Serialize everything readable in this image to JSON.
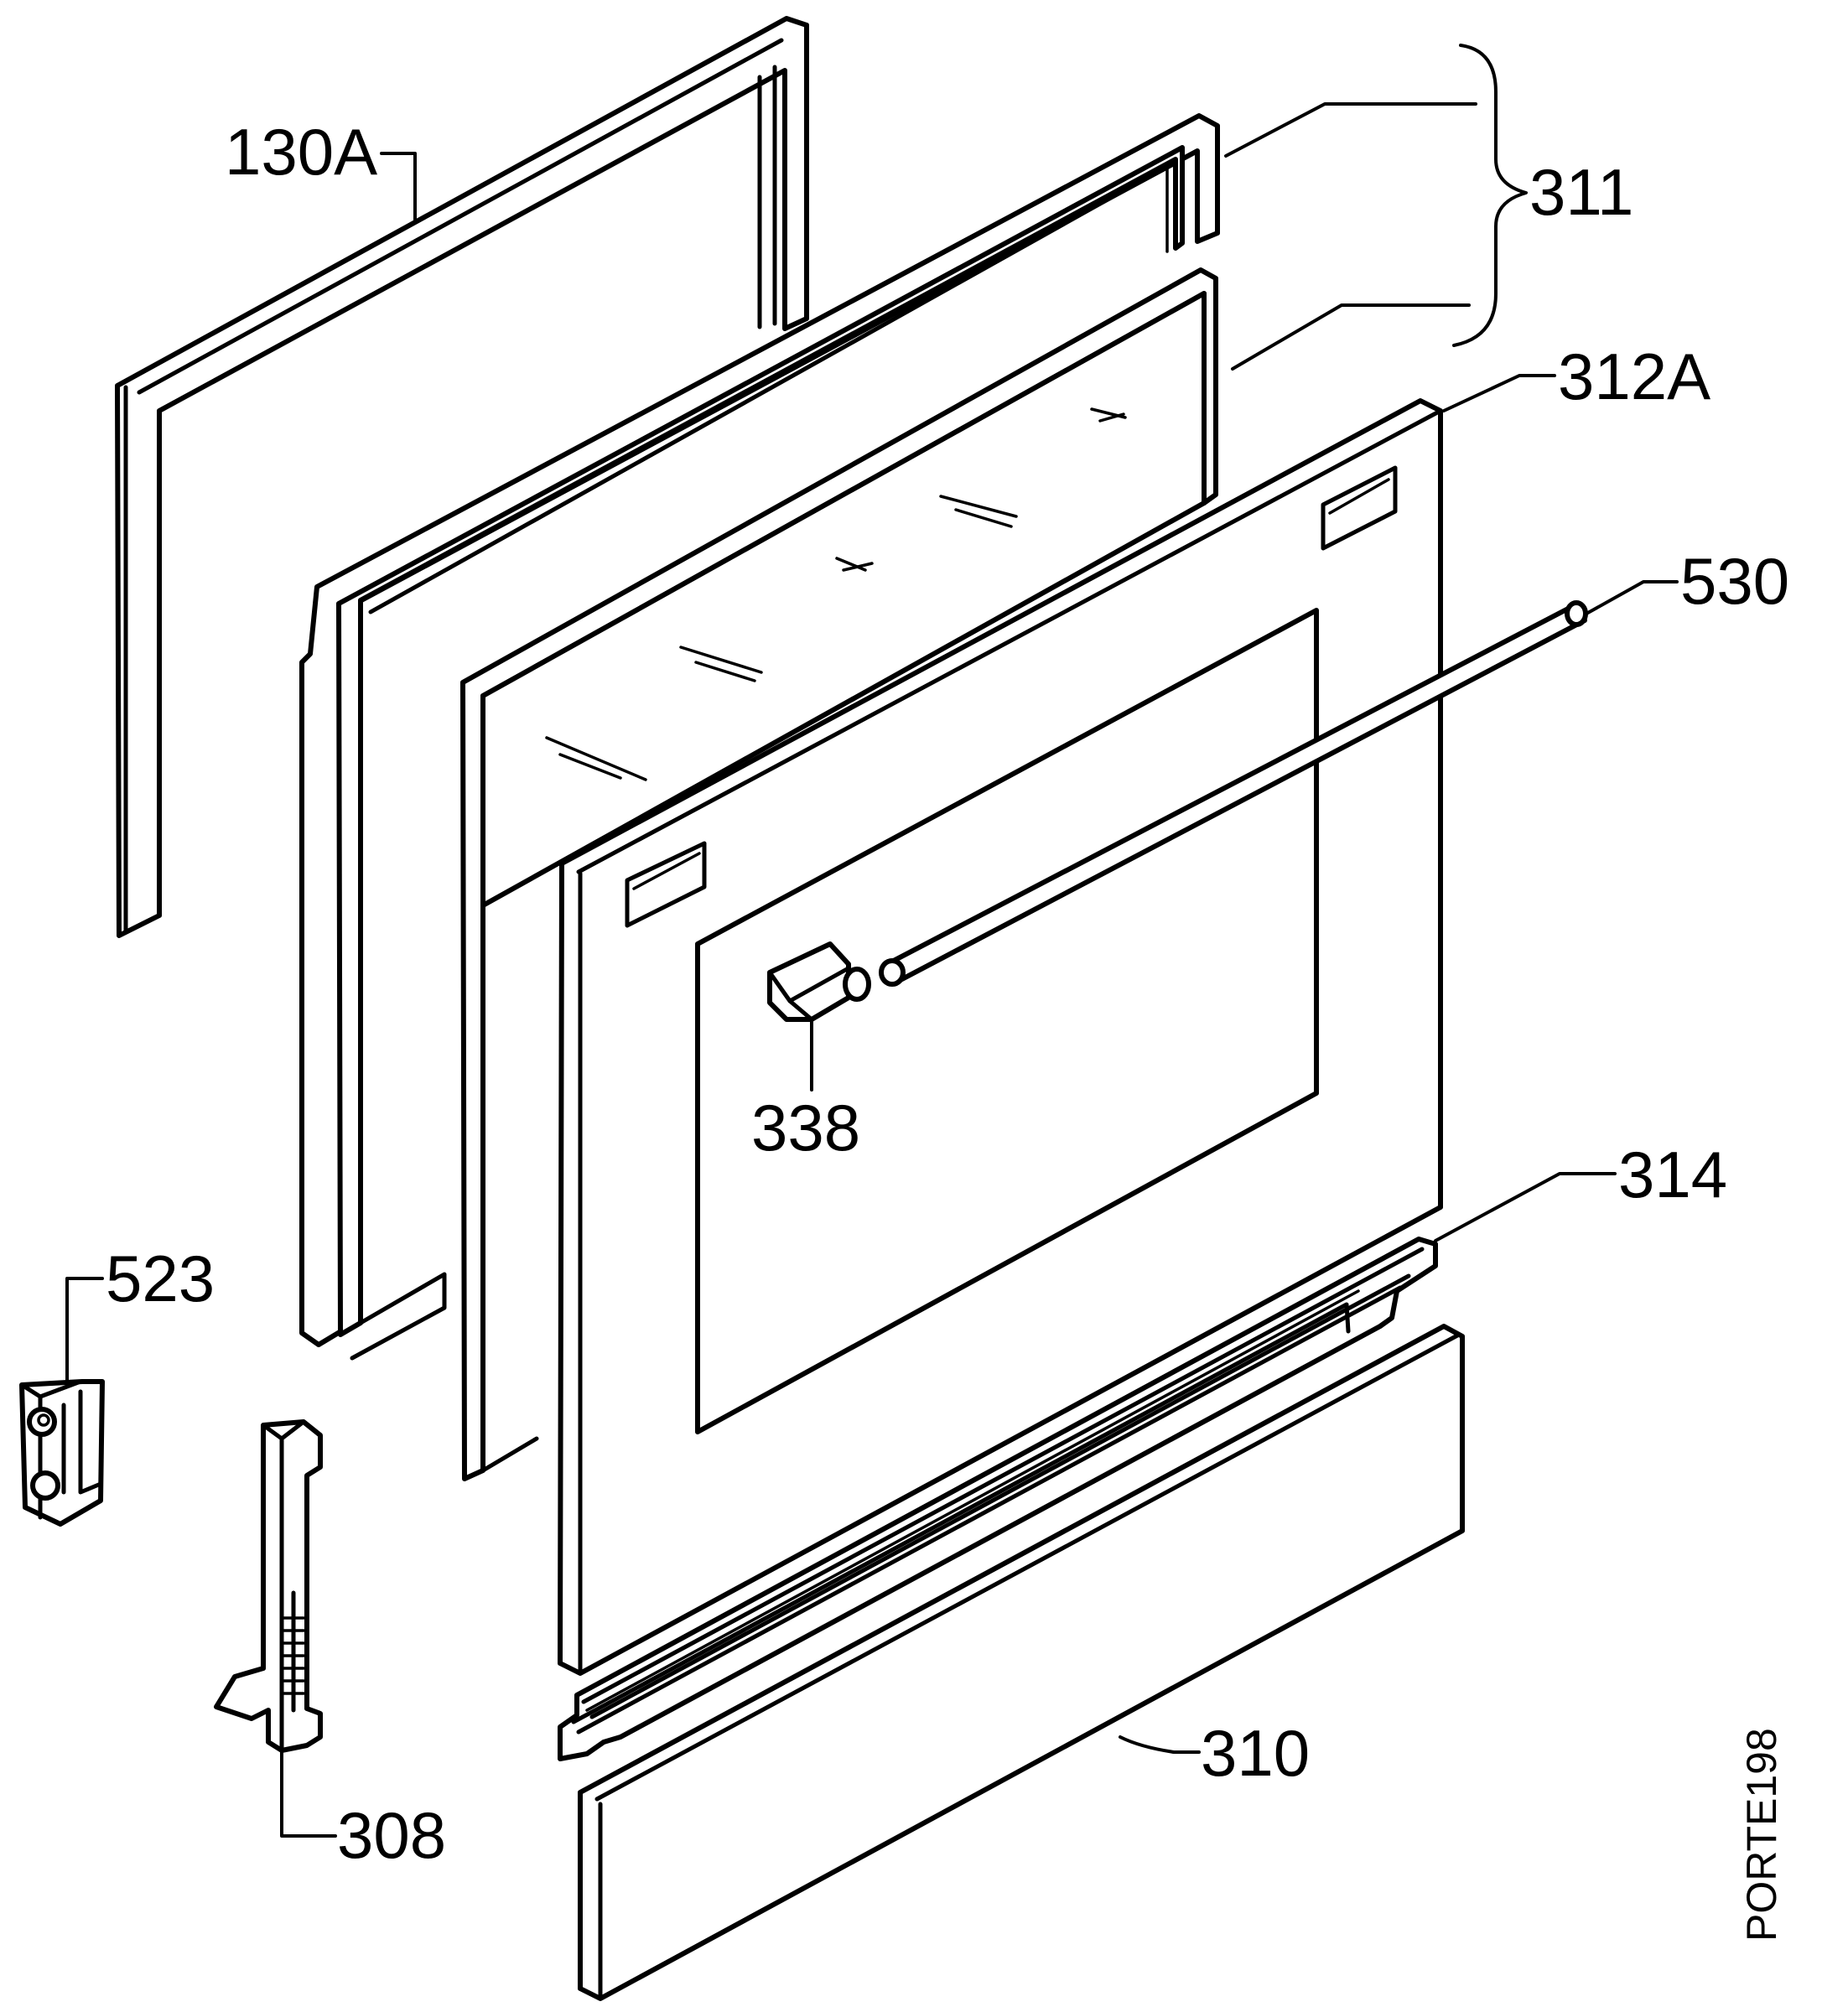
{
  "drawing_code": "PORTE198",
  "labels": {
    "p130a": "130A",
    "p311": "311",
    "p312a": "312A",
    "p530": "530",
    "p338": "338",
    "p314": "314",
    "p523": "523",
    "p308": "308",
    "p310": "310"
  },
  "colors": {
    "line": "#000000",
    "background": "#ffffff"
  }
}
